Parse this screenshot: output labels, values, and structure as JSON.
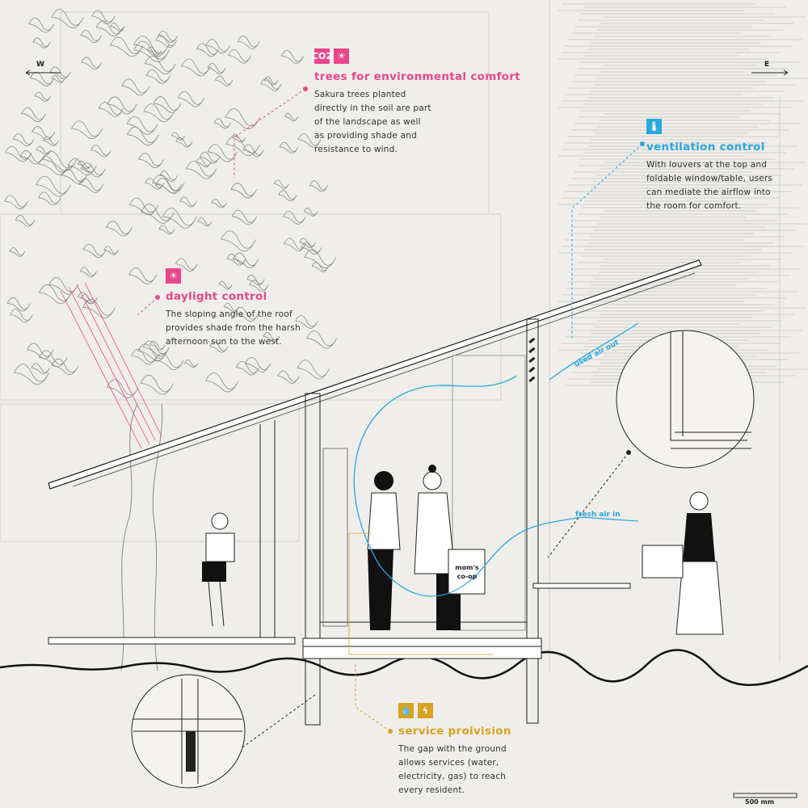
{
  "colors": {
    "pink": "#e8478b",
    "blue": "#2aa7df",
    "gold": "#d9a221",
    "ink": "#222222"
  },
  "compass": {
    "west": "W",
    "east": "E"
  },
  "notes": {
    "trees": {
      "icons": [
        "co2-icon",
        "sun-icon"
      ],
      "co2_label": "CO2",
      "title": "trees for environmental comfort",
      "body": "Sakura trees planted\ndirectly in the soil are part\nof the landscape as well\nas providing shade and\nresistance to wind."
    },
    "ventilation": {
      "icons": [
        "thermometer-icon"
      ],
      "title": "ventilation control",
      "body": "With louvers at the top and\nfoldable window/table, users\ncan mediate the airflow into\nthe room for comfort."
    },
    "daylight": {
      "icons": [
        "sun-icon"
      ],
      "title": "daylight control",
      "body": "The sloping angle of the roof\nprovides shade from the harsh\nafternoon sun to the west."
    },
    "service": {
      "icons": [
        "water-drop-icon",
        "lightning-icon"
      ],
      "title": "service proivision",
      "body": "The gap with the ground\nallows services (water,\nelectricity, gas) to reach\nevery resident."
    }
  },
  "airflow": {
    "used_air": "used air out",
    "fresh_air": "fresh air in"
  },
  "bag_label": "mom's co-op",
  "scale_bar": "500 mm"
}
